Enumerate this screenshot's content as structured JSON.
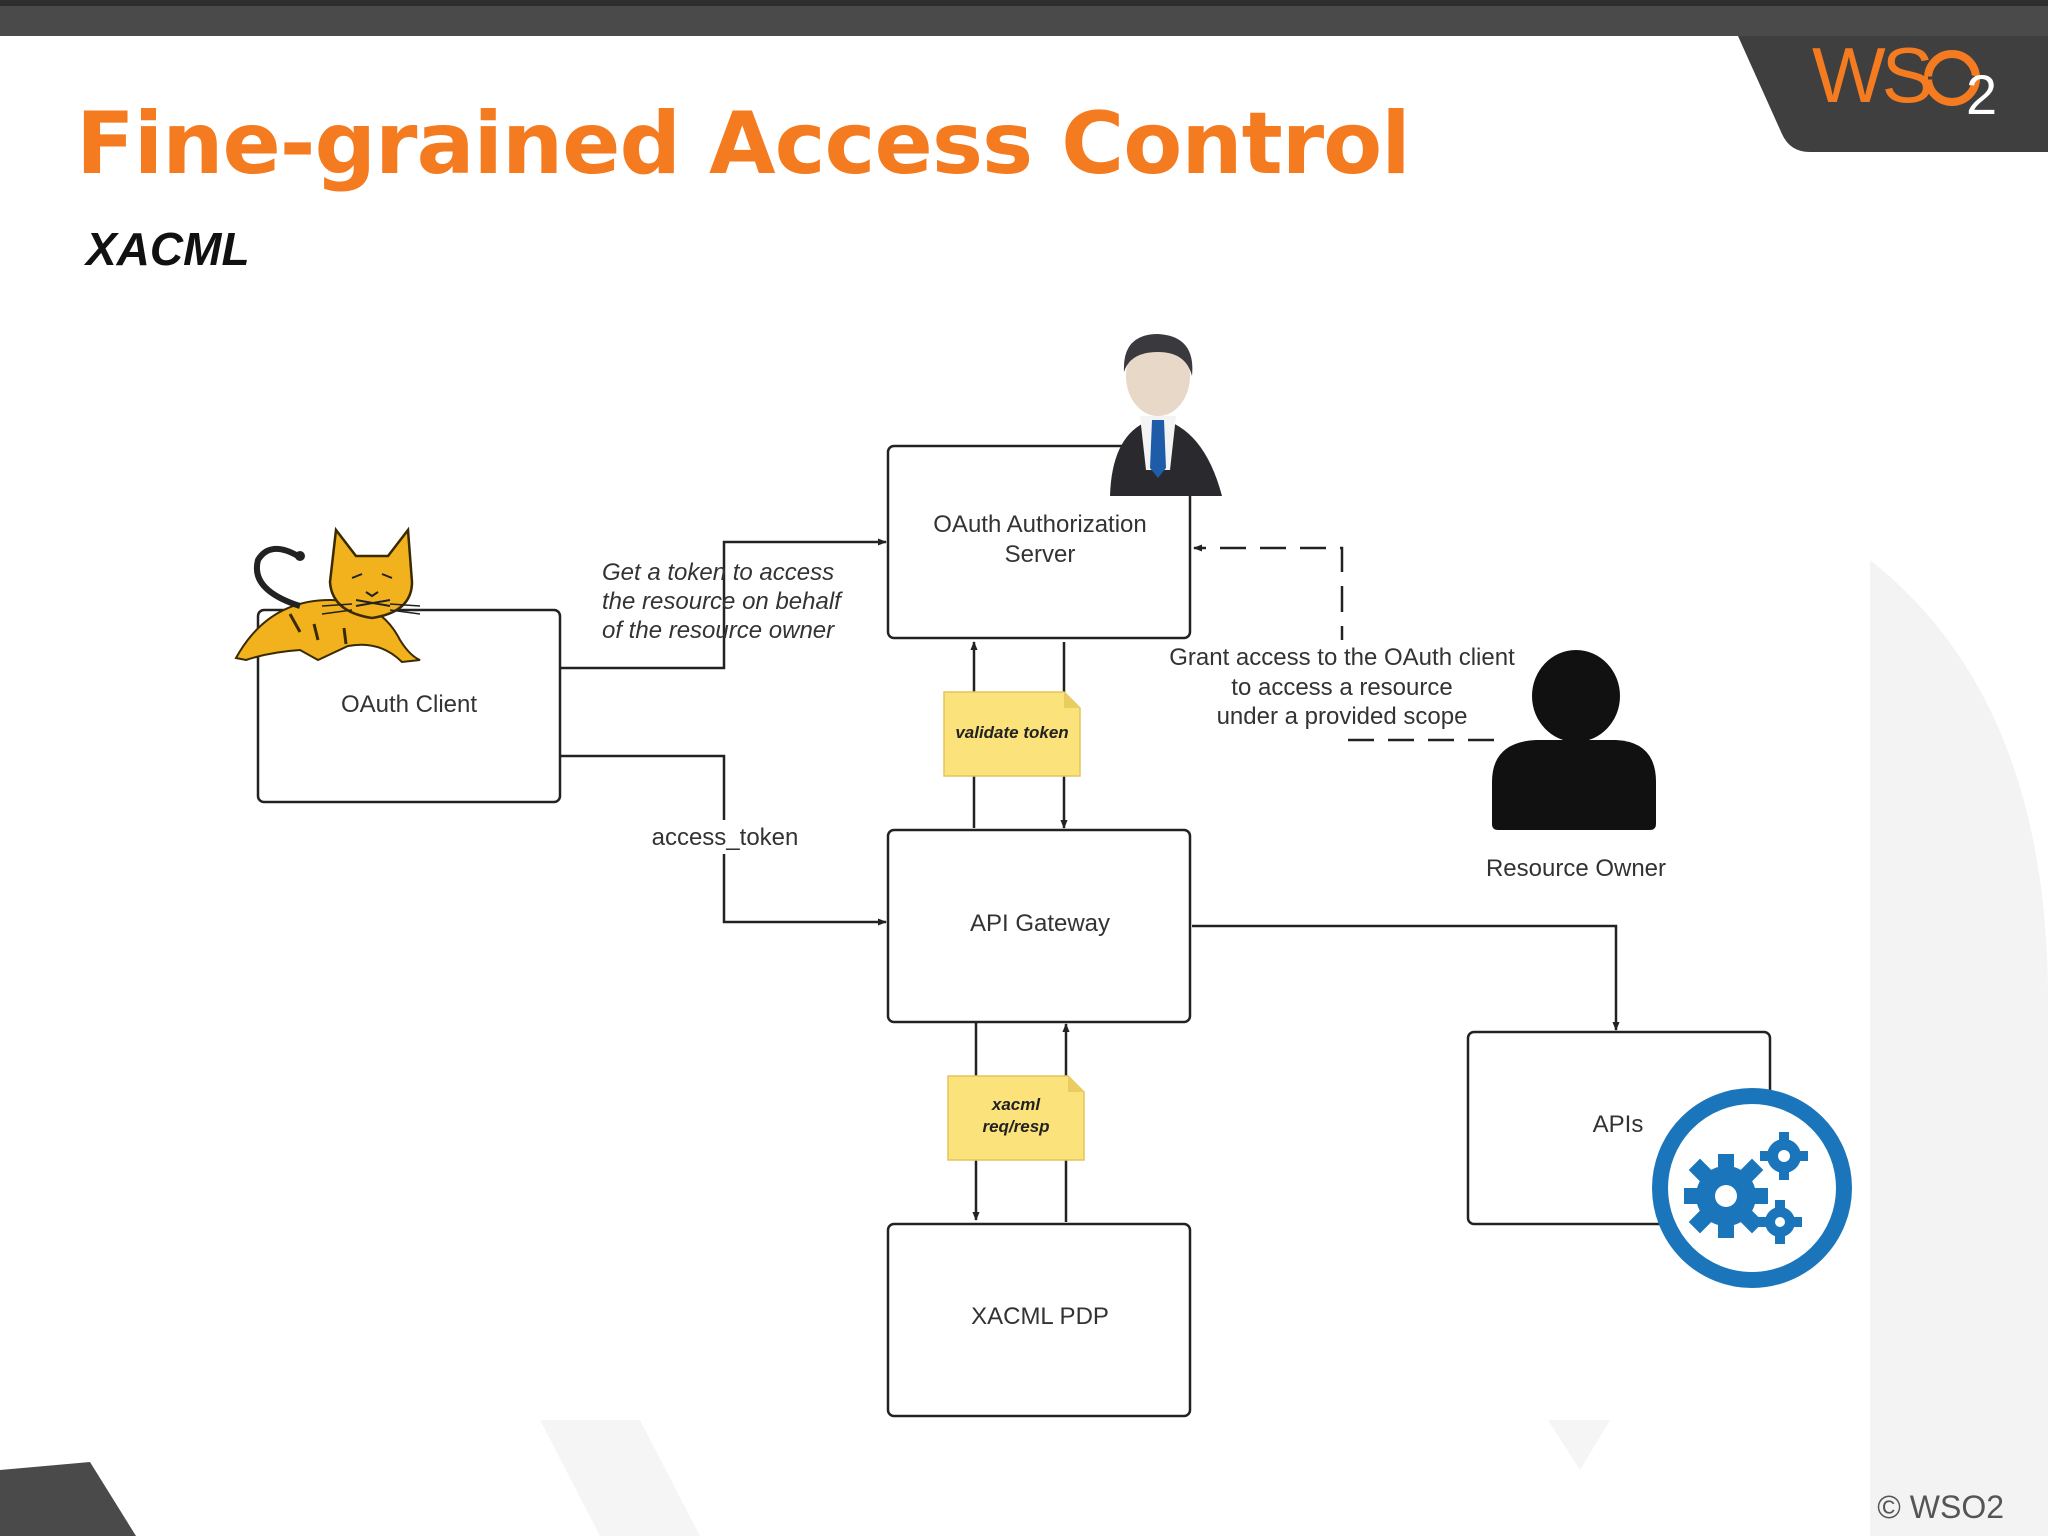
{
  "slide": {
    "title": "Fine-grained Access Control",
    "subtitle": "XACML",
    "copyright": "© WSO2",
    "logo": {
      "text": "WS",
      "subscript": "2",
      "brand_color": "#f47b20"
    }
  },
  "diagram": {
    "nodes": {
      "auth_server": {
        "line1": "OAuth Authorization",
        "line2": "Server"
      },
      "client": {
        "label": "OAuth Client",
        "icon": "tomcat-cat-icon"
      },
      "gateway": {
        "label": "API Gateway"
      },
      "pdp": {
        "label": "XACML PDP"
      },
      "apis": {
        "label": "APIs",
        "icon": "gears-icon"
      },
      "resource_owner": {
        "label": "Resource Owner",
        "icon": "person-silhouette-icon"
      },
      "admin": {
        "icon": "businessman-icon"
      }
    },
    "notes": {
      "validate": {
        "label": "validate token"
      },
      "xacml": {
        "line1": "xacml",
        "line2": "req/resp"
      }
    },
    "edges": {
      "get_token": {
        "line1": "Get a token to access",
        "line2": "the resource on behalf",
        "line3": "of the resource owner"
      },
      "access_token": {
        "label": "access_token"
      },
      "grant": {
        "line1": "Grant access to the OAuth client",
        "line2": "to access a resource",
        "line3": "under a provided scope"
      }
    },
    "colors": {
      "note_fill": "#fbe27a",
      "gear_blue": "#1b75bb",
      "cat_fill": "#f2b21d",
      "line": "#222222"
    }
  }
}
